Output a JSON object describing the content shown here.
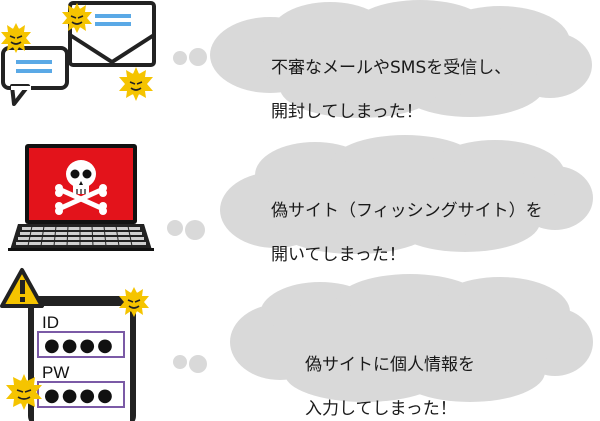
{
  "panels": [
    {
      "message_line1": "不審なメールやSMSを受信し、",
      "message_line2": "開封してしまった！",
      "icons": [
        "chat-bubble-icon",
        "envelope-icon",
        "devil-face-icon"
      ]
    },
    {
      "message_line1": "偽サイト（フィッシングサイト）を",
      "message_line2": "開いてしまった！",
      "icons": [
        "laptop-icon",
        "skull-crossbones-icon"
      ]
    },
    {
      "message_line1": "偽サイトに個人情報を",
      "message_line2": "入力してしまった！",
      "icons": [
        "warning-icon",
        "smartphone-icon",
        "devil-face-icon"
      ],
      "form": {
        "id_label": "ID",
        "pw_label": "PW",
        "id_mask": "●●●●",
        "pw_mask": "●●●●"
      }
    }
  ],
  "colors": {
    "cloud": "#d9d9d9",
    "devil": "#f5c400",
    "skull_bg": "#e3131b",
    "chat_lines": "#5aa9e6",
    "field_border": "#7b5aa6"
  }
}
